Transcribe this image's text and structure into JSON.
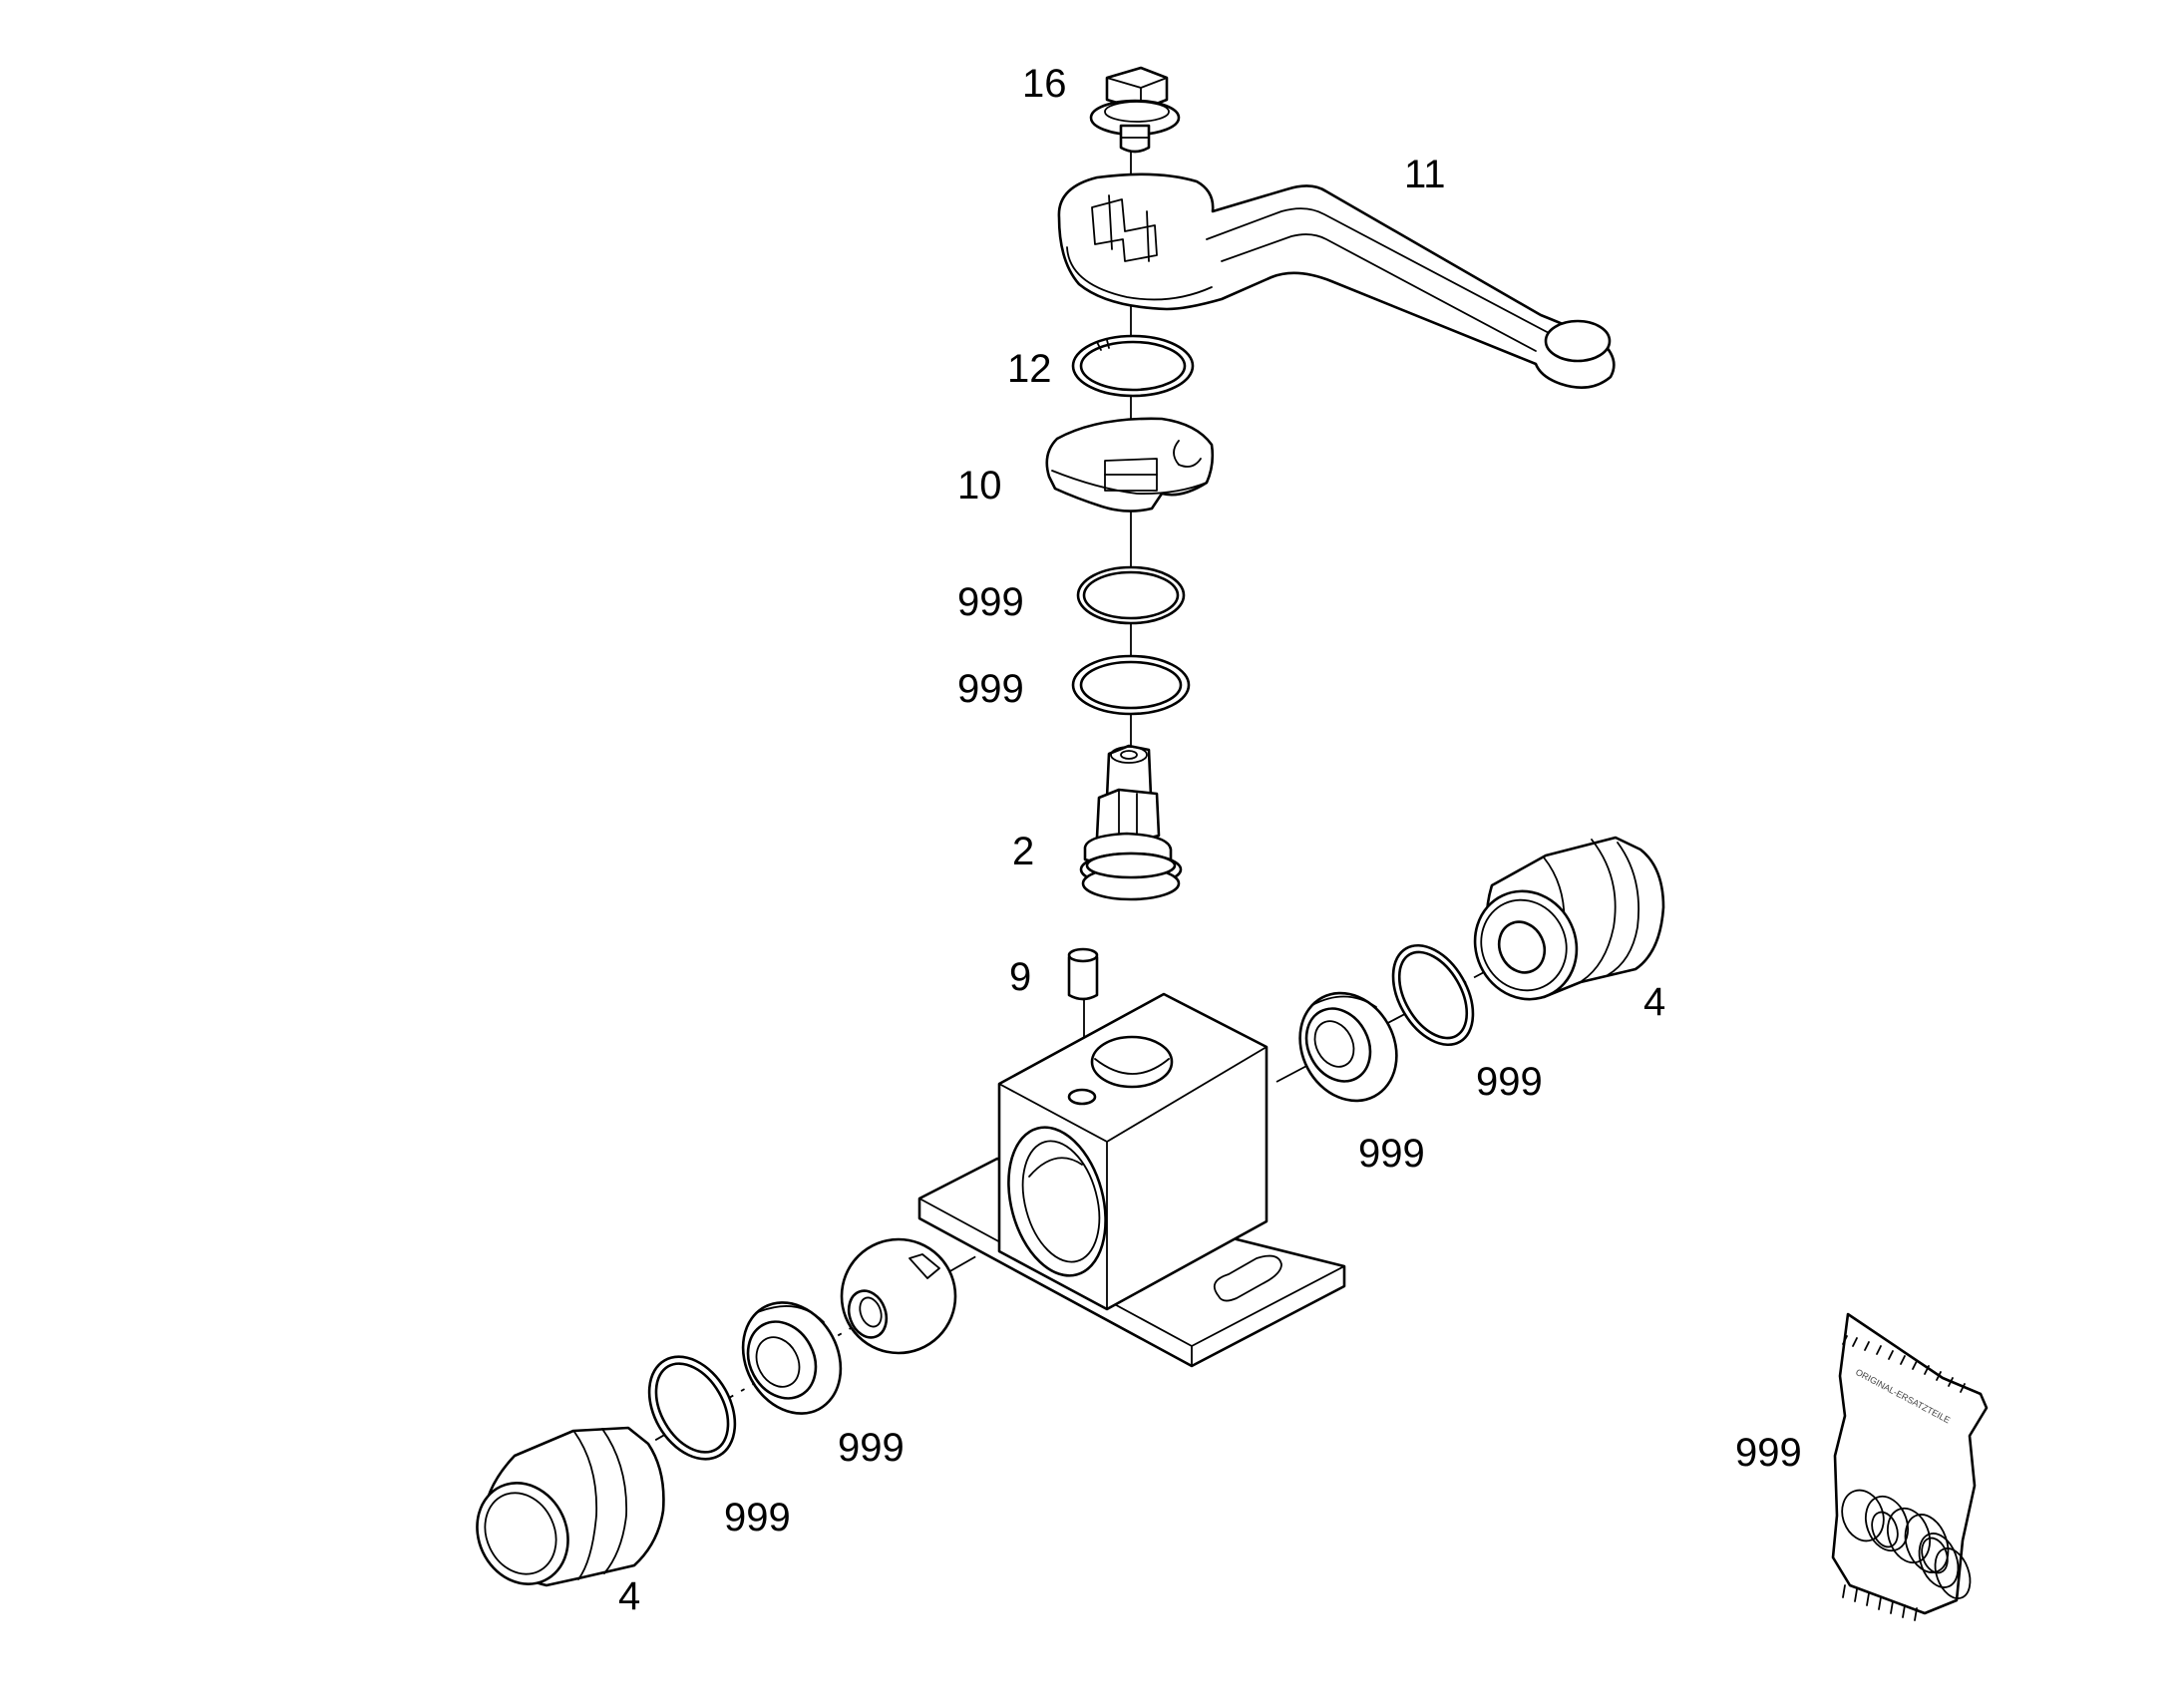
{
  "diagram": {
    "labels": {
      "screw": "16",
      "handle": "11",
      "retaining_ring": "12",
      "stop_plate": "10",
      "o_ring_upper": "999",
      "o_ring_lower": "999",
      "stem": "2",
      "pin": "9",
      "fitting_right": "4",
      "o_ring_right": "999",
      "seat_right": "999",
      "seat_left": "999",
      "o_ring_left": "999",
      "fitting_left": "4",
      "seal_kit": "999"
    },
    "bag_text": "ORIGINAL-ERSATZTEILE"
  }
}
